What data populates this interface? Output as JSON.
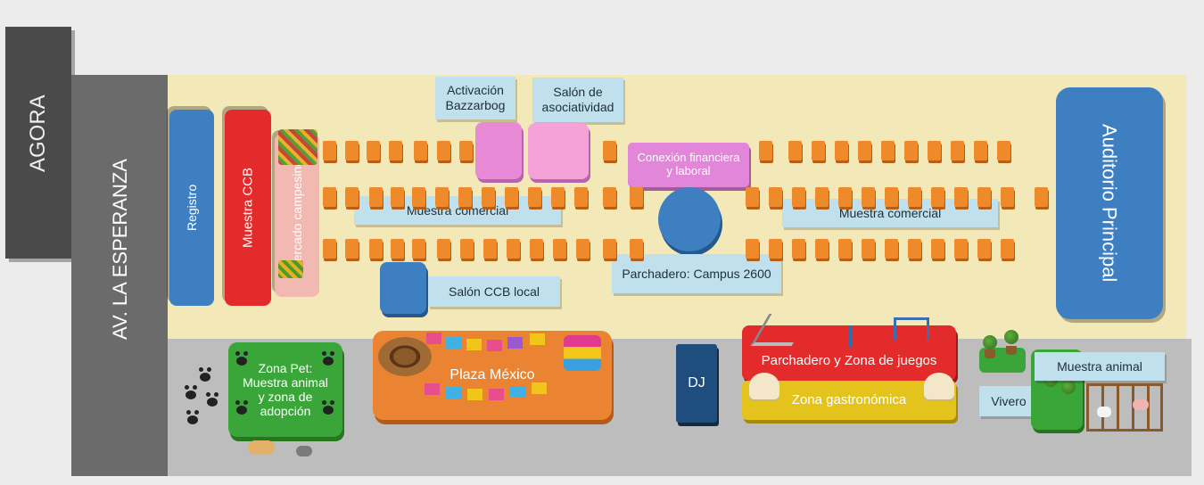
{
  "map": {
    "street_left": "AGORA",
    "street_avenue": "AV. LA ESPERANZA",
    "registro": "Registro",
    "muestra_ccb": "Muestra CCB",
    "mercado_campesino": "Mercado campesino",
    "activacion": "Activación Bazzarbog",
    "salon_asociatividad": "Salón de asociatividad",
    "conexion": "Conexión financiera y laboral",
    "muestra_comercial_left": "Muestra comercial",
    "muestra_comercial_right": "Muestra comercial",
    "parchadero_campus": "Parchadero: Campus 2600",
    "salon_ccb_local": "Salón CCB local",
    "auditorio": "Auditorio Principal",
    "zona_pet": "Zona Pet: Muestra animal y zona de adopción",
    "plaza_mexico": "Plaza México",
    "dj": "DJ",
    "parchadero_juegos": "Parchadero y Zona de juegos",
    "zona_gastronomica": "Zona gastronómica",
    "muestra_animal": "Muestra animal",
    "vivero": "Vivero"
  },
  "colors": {
    "venue_floor": "#f3e8b8",
    "walkway": "#bdbdbd",
    "blue": "#3e7fc1",
    "red": "#e42b2b",
    "pink_light": "#f2b9b2",
    "magenta": "#e78bd7",
    "light_blue_label": "#bfe0ec",
    "green": "#3aa63a",
    "orange": "#ee8a2a",
    "yellow": "#e5c31d",
    "navy": "#1f4d7e"
  }
}
